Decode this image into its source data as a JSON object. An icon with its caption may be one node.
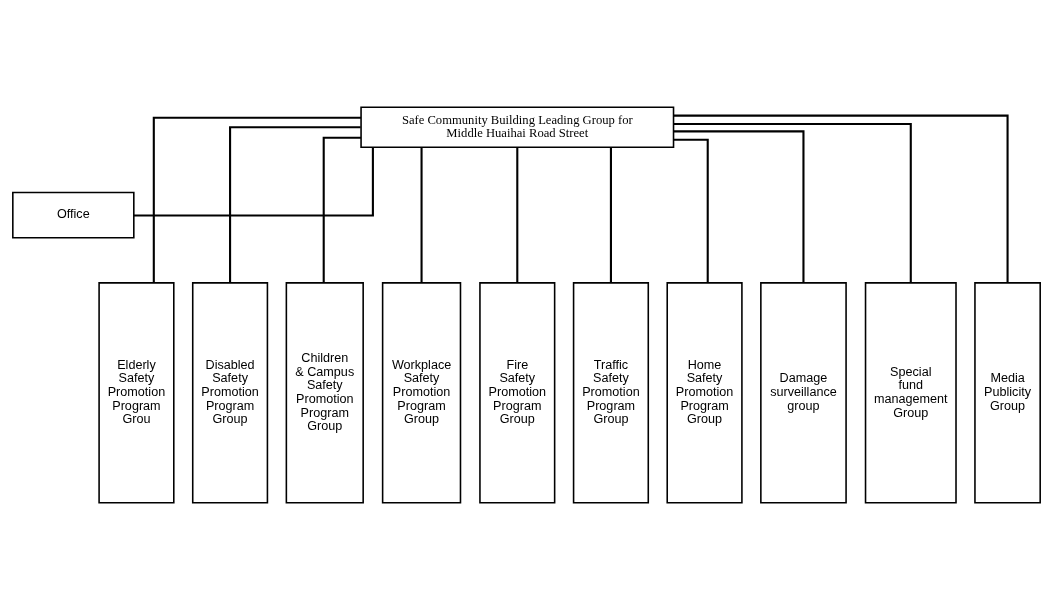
{
  "diagram": {
    "nodes": [
      {
        "text": [
          "Safe Community Building Leading Group for Middle Huaihai Road Street"
        ]
      },
      {
        "text": [
          "Office"
        ]
      },
      {
        "text": [
          "Elderly Safety Promotion Program Grou"
        ]
      },
      {
        "text": [
          "Disabled Safety Promotion Program Group"
        ]
      },
      {
        "text": [
          "Children & Campus Safety Promotion Program Group"
        ]
      },
      {
        "text": [
          "Workplace Safety Promotion Program Group"
        ]
      },
      {
        "text": [
          "Fire Safety Promotion Program Group"
        ]
      },
      {
        "text": [
          "Traffic Safety Promotion Program Group"
        ]
      },
      {
        "text": [
          "Home Safety Promotion Program Group"
        ]
      },
      {
        "text": [
          "Damage surveillance group"
        ]
      },
      {
        "text": [
          "Special fund management Group"
        ]
      },
      {
        "text": [
          "Media Publicity Group"
        ]
      }
    ],
    "edges": [
      {
        "from": 0,
        "to": 1,
        "arrow": "none"
      },
      {
        "from": 0,
        "to": 2,
        "arrow": "none"
      },
      {
        "from": 0,
        "to": 3,
        "arrow": "none"
      },
      {
        "from": 0,
        "to": 4,
        "arrow": "none"
      },
      {
        "from": 0,
        "to": 5,
        "arrow": "none"
      },
      {
        "from": 0,
        "to": 6,
        "arrow": "none"
      },
      {
        "from": 0,
        "to": 7,
        "arrow": "none"
      },
      {
        "from": 0,
        "to": 8,
        "arrow": "none"
      },
      {
        "from": 0,
        "to": 9,
        "arrow": "none"
      },
      {
        "from": 0,
        "to": 10,
        "arrow": "none"
      },
      {
        "from": 0,
        "to": 11,
        "arrow": "none"
      }
    ]
  }
}
